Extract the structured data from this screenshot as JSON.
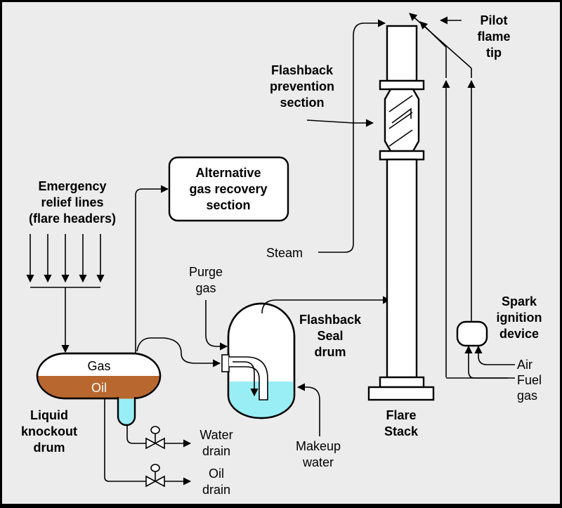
{
  "labels": {
    "emergency": [
      "Emergency",
      "relief lines",
      "(flare headers)"
    ],
    "alt_recovery": [
      "Alternative",
      "gas recovery",
      "section"
    ],
    "flashback_prevention": [
      "Flashback",
      "prevention",
      "section"
    ],
    "pilot": [
      "Pilot",
      "flame",
      "tip"
    ],
    "steam": "Steam",
    "purge": [
      "Purge",
      "gas"
    ],
    "seal_drum": [
      "Flashback",
      "Seal",
      "drum"
    ],
    "spark": [
      "Spark",
      "ignition",
      "device"
    ],
    "gas": "Gas",
    "oil": "Oil",
    "knockout": [
      "Liquid",
      "knockout",
      "drum"
    ],
    "water_drain": [
      "Water",
      "drain"
    ],
    "oil_drain": [
      "Oil",
      "drain"
    ],
    "makeup": [
      "Makeup",
      "water"
    ],
    "flare_stack": [
      "Flare",
      "Stack"
    ],
    "air": "Air",
    "fuel": [
      "Fuel",
      "gas"
    ]
  },
  "colors": {
    "background": "#ececec",
    "oil": "#b8672e",
    "water": "#99eef5",
    "vessel": "#ffffff",
    "line": "#000000"
  }
}
